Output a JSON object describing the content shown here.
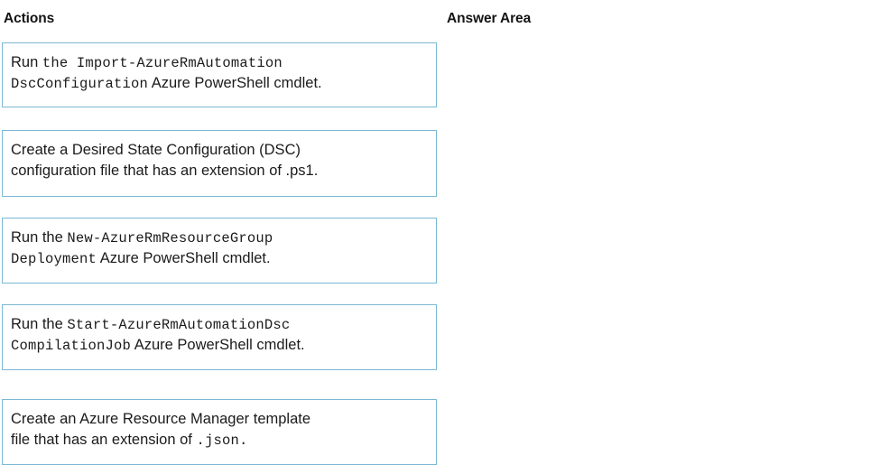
{
  "headers": {
    "actions": "Actions",
    "answer_area": "Answer Area"
  },
  "colors": {
    "card_border": "#7ab8d4",
    "card_background": "#ffffff",
    "page_background": "#ffffff",
    "text": "#1b1b1b"
  },
  "actions": {
    "items": [
      {
        "id": "import-azurermautomationdscconfiguration",
        "line1": [
          {
            "text": "Run ",
            "style": "proportional"
          },
          {
            "text": "the Import-AzureRmAutomation",
            "style": "mono"
          }
        ],
        "line2": [
          {
            "text": "DscConfiguration",
            "style": "mono"
          },
          {
            "text": " Azure PowerShell cmdlet.",
            "style": "proportional"
          }
        ]
      },
      {
        "id": "create-dsc-configuration-file",
        "line1": [
          {
            "text": "Create a Desired State Configuration (DSC)",
            "style": "proportional"
          }
        ],
        "line2": [
          {
            "text": "configuration file that has an extension of .ps1.",
            "style": "proportional"
          }
        ]
      },
      {
        "id": "new-azurermresourcegroupdeployment",
        "line1": [
          {
            "text": "Run the ",
            "style": "proportional"
          },
          {
            "text": "New-AzureRmResourceGroup",
            "style": "mono"
          }
        ],
        "line2": [
          {
            "text": "Deployment",
            "style": "mono"
          },
          {
            "text": " Azure PowerShell cmdlet.",
            "style": "proportional"
          }
        ]
      },
      {
        "id": "start-azurermautomationdsccompilationjob",
        "line1": [
          {
            "text": "Run the ",
            "style": "proportional"
          },
          {
            "text": "Start-AzureRmAutomationDsc",
            "style": "mono"
          }
        ],
        "line2": [
          {
            "text": "CompilationJob",
            "style": "mono"
          },
          {
            "text": " Azure PowerShell cmdlet.",
            "style": "proportional"
          }
        ]
      },
      {
        "id": "create-arm-template-file",
        "line1": [
          {
            "text": "Create an Azure Resource Manager template",
            "style": "proportional"
          }
        ],
        "line2": [
          {
            "text": "file that has an extension of ",
            "style": "proportional"
          },
          {
            "text": ".json.",
            "style": "mono"
          }
        ]
      }
    ]
  },
  "answer_area": {
    "items": []
  }
}
